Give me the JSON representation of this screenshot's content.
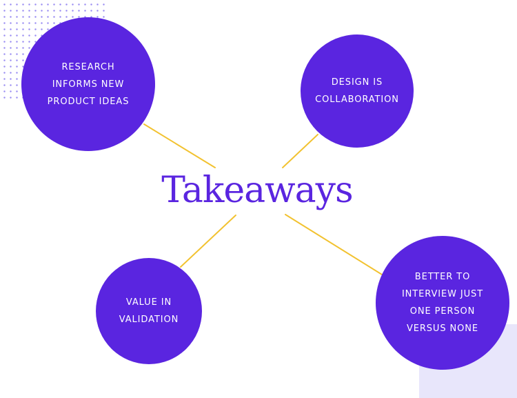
{
  "diagram": {
    "title": "Takeaways",
    "nodes": [
      {
        "id": "research",
        "label": "RESEARCH\nINFORMS NEW\nPRODUCT IDEAS"
      },
      {
        "id": "design",
        "label": "DESIGN IS\nCOLLABORATION"
      },
      {
        "id": "value",
        "label": "VALUE IN\nVALIDATION"
      },
      {
        "id": "better",
        "label": "BETTER TO\nINTERVIEW JUST\nONE PERSON\nVERSUS NONE"
      }
    ]
  },
  "colors": {
    "node_fill": "#5a25e0",
    "title": "#5a25e0",
    "connector": "#f2c230",
    "dot_pattern": "#8a7cf0",
    "corner_block": "#e8e6fb"
  }
}
